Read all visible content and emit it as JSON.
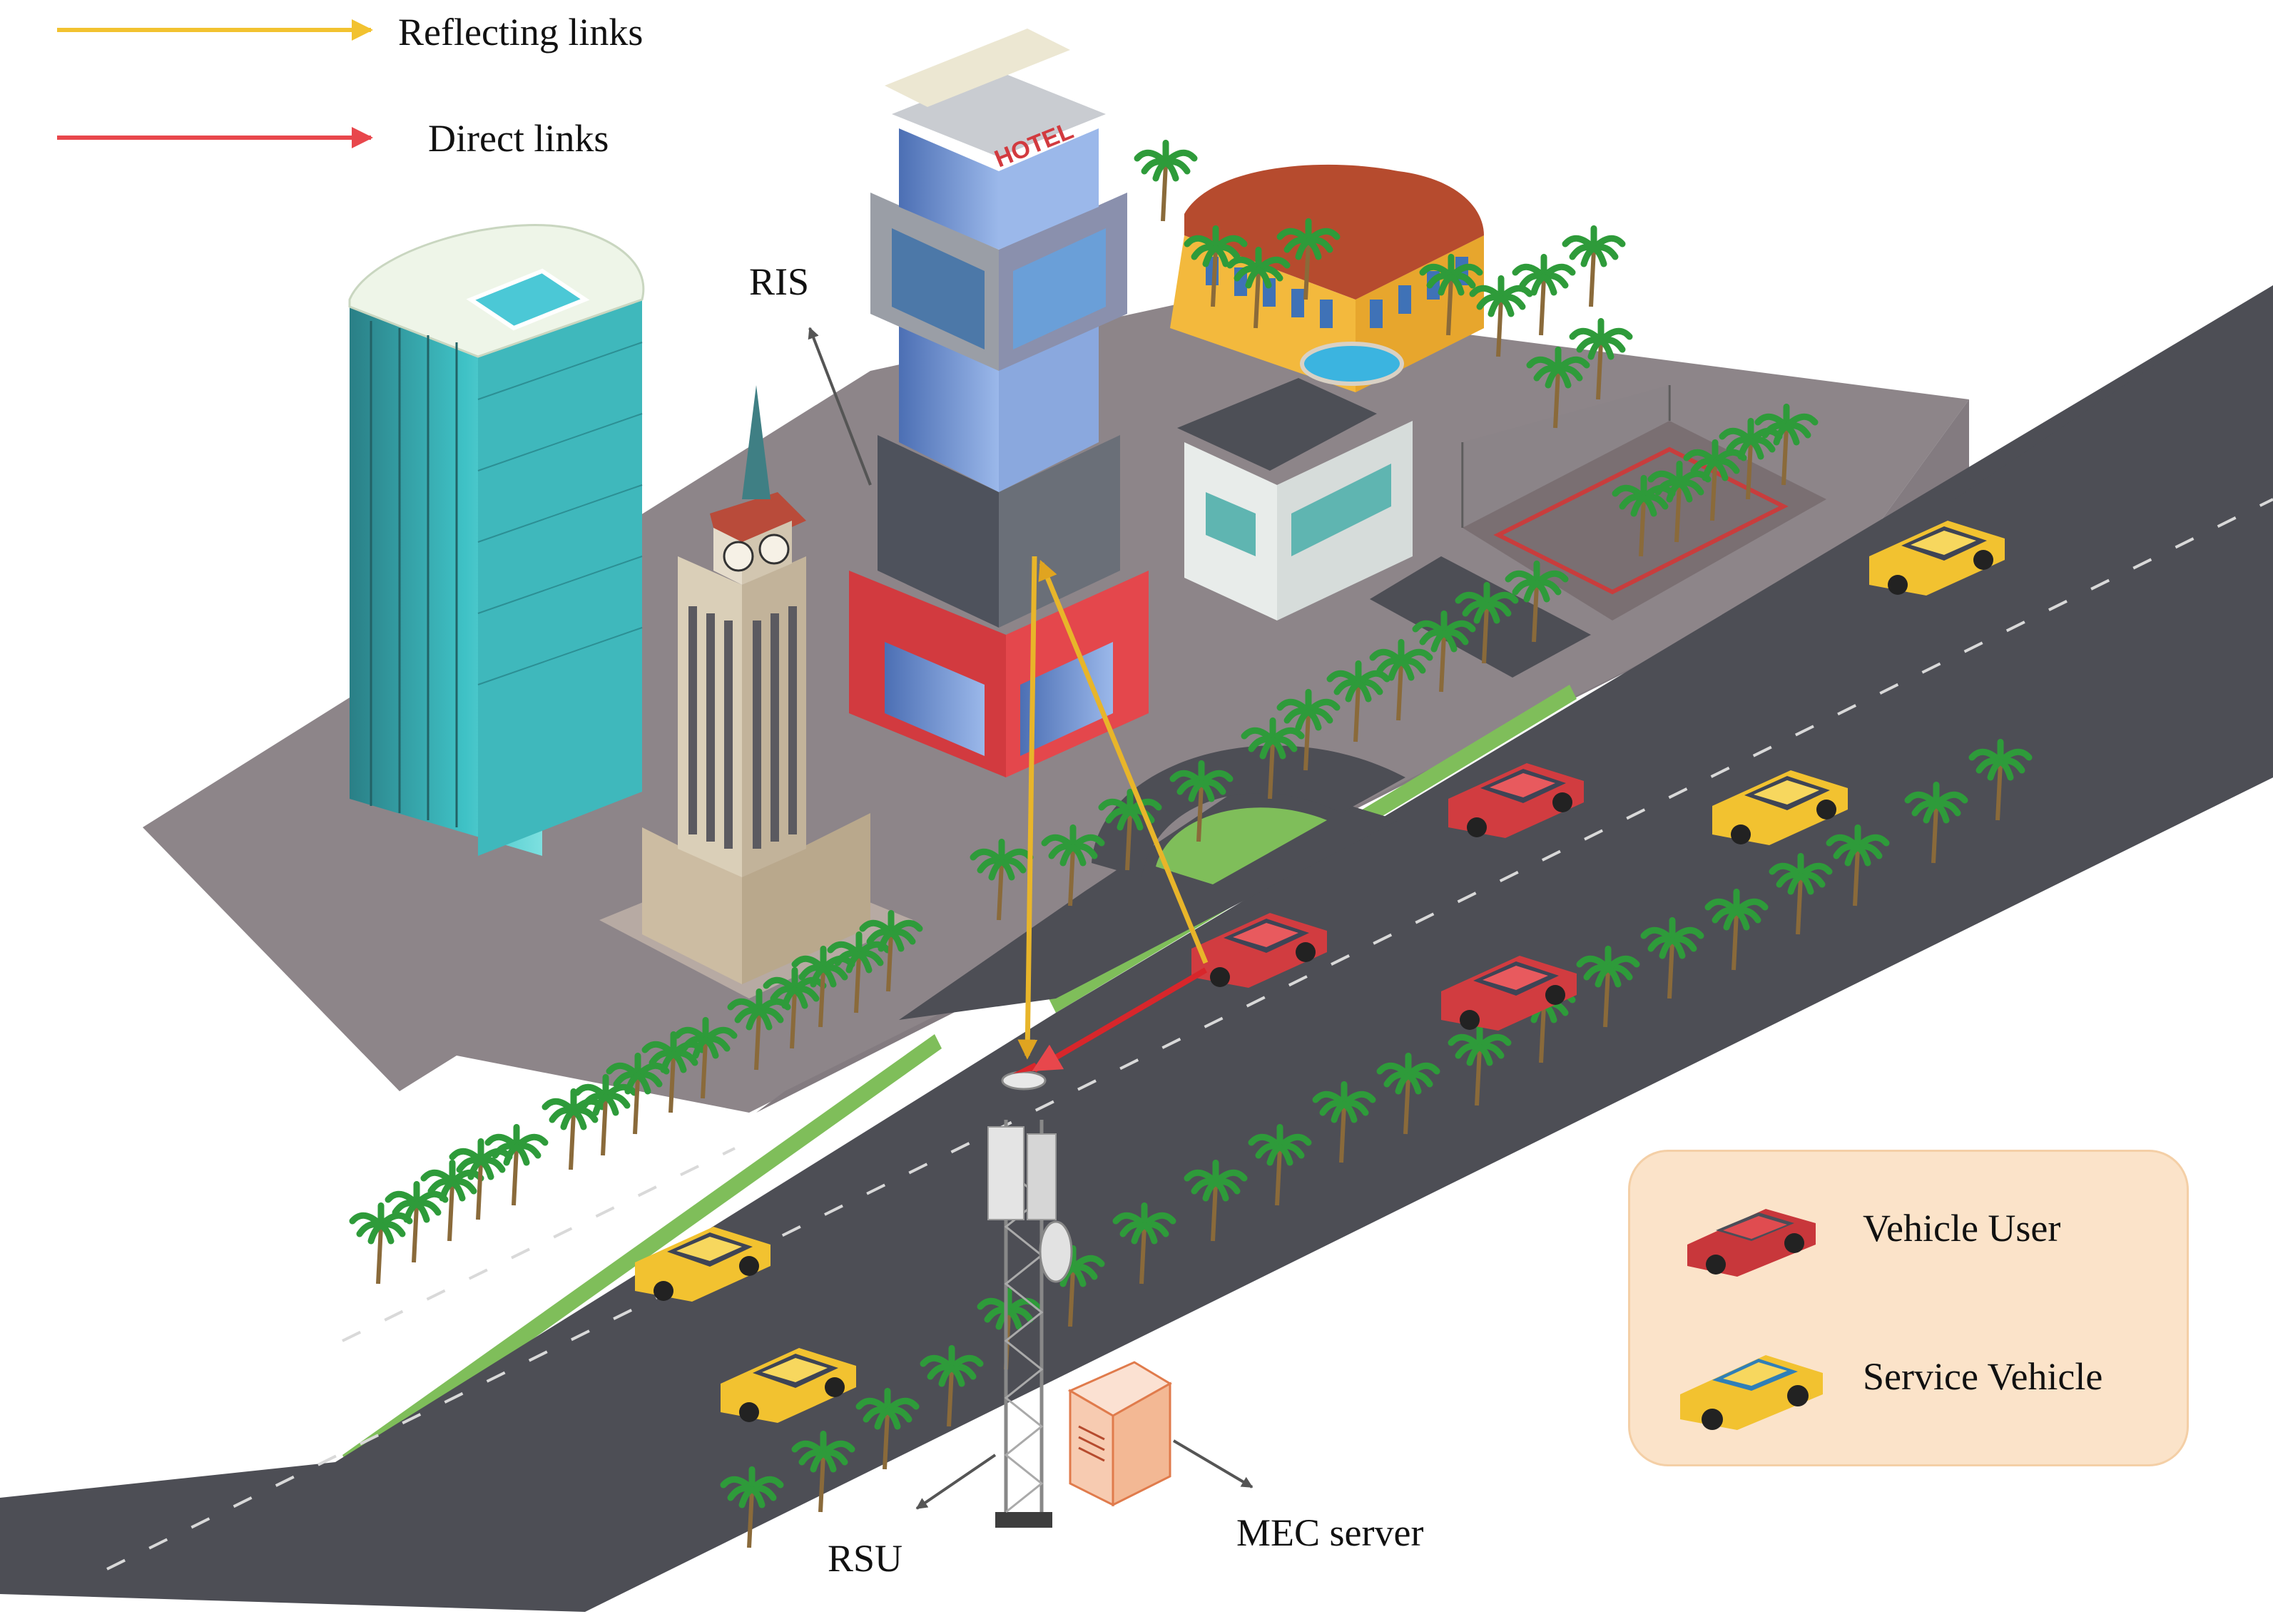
{
  "link_legend": {
    "items": [
      {
        "label": "Reflecting links",
        "color": "#f2c230"
      },
      {
        "label": "Direct links",
        "color": "#e8474c"
      }
    ]
  },
  "callouts": {
    "ris": "RIS",
    "rsu": "RSU",
    "mec": "MEC server"
  },
  "vehicle_legend": {
    "items": [
      {
        "label": "Vehicle User",
        "icon": "red-car-icon"
      },
      {
        "label": "Service Vehicle",
        "icon": "yellow-taxi-icon"
      }
    ]
  },
  "colors": {
    "road": "#4d4e55",
    "sidewalk": "#8d8589",
    "grass": "#7fbe5a",
    "reflecting": "#f2c230",
    "direct": "#d8262b",
    "legend_bg": "#fbe3c9"
  }
}
